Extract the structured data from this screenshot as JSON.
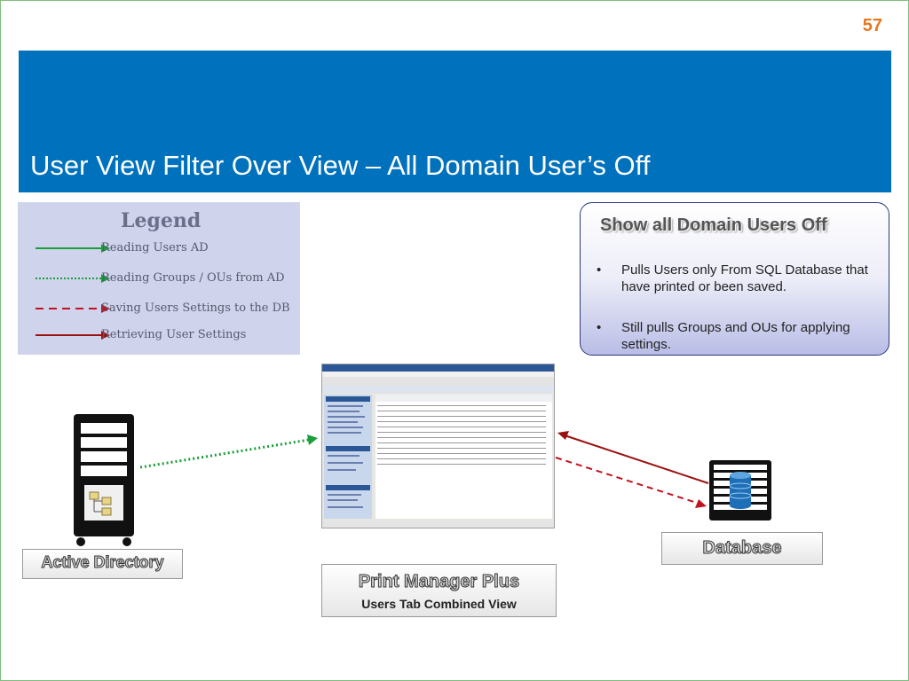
{
  "page_number": "57",
  "title": "User View Filter Over View – All Domain User’s Off",
  "legend": {
    "title": "Legend",
    "items": [
      {
        "label": "Reading Users AD",
        "color": "#1a9e3a",
        "style": "solid"
      },
      {
        "label": "Reading Groups / OUs from AD",
        "color": "#1a9e3a",
        "style": "dotted"
      },
      {
        "label": "Saving Users Settings to the DB",
        "color": "#c1121f",
        "style": "dashed"
      },
      {
        "label": "Retrieving User Settings",
        "color": "#9b1111",
        "style": "solid"
      }
    ]
  },
  "callout": {
    "title": "Show all Domain Users Off",
    "bullets": [
      "Pulls Users only From SQL Database that have printed or been saved.",
      "Still pulls Groups and OUs for applying settings."
    ]
  },
  "nodes": {
    "active_directory": {
      "label": "Active Directory",
      "icon": "server-tower-icon"
    },
    "print_manager": {
      "label": "Print Manager Plus",
      "sublabel": "Users Tab Combined View",
      "icon": "application-window-icon"
    },
    "database": {
      "label": "Database",
      "icon": "database-cylinder-icon"
    }
  },
  "colors": {
    "banner": "#0071bc",
    "page_number": "#e87722",
    "legend_bg": "#cfd3ec",
    "green": "#1a9e3a",
    "red": "#c1121f",
    "dark_red": "#9b1111"
  }
}
